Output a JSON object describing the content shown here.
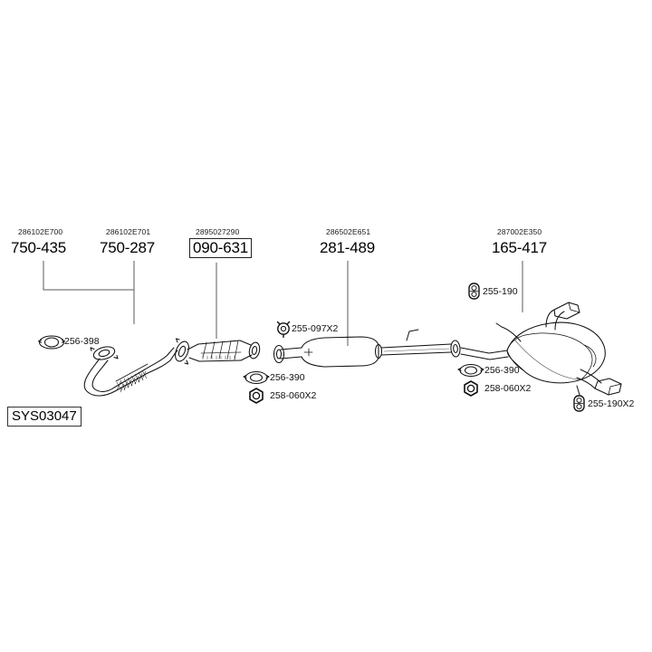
{
  "diagram": {
    "type": "exhaust-system-parts-diagram",
    "system_code": "SYS03047",
    "background": "#ffffff",
    "line_color": "#000000",
    "leader_color": "#555555"
  },
  "assemblies": [
    {
      "oem": "286102E700",
      "ref": "750-435",
      "boxed": false,
      "name": "front-pipe-a"
    },
    {
      "oem": "286102E701",
      "ref": "750-287",
      "boxed": false,
      "name": "front-pipe-b"
    },
    {
      "oem": "2895027290",
      "ref": "090-631",
      "boxed": true,
      "name": "catalytic-converter"
    },
    {
      "oem": "286502E651",
      "ref": "281-489",
      "boxed": false,
      "name": "centre-pipe-silencer"
    },
    {
      "oem": "287002E350",
      "ref": "165-417",
      "boxed": false,
      "name": "rear-silencer"
    }
  ],
  "components": [
    {
      "ref": "256-398",
      "icon": "gasket-icon",
      "name": "gasket-256-398"
    },
    {
      "ref": "255-097X2",
      "icon": "hanger-icon",
      "name": "hanger-255-097x2"
    },
    {
      "ref": "256-390",
      "icon": "gasket-icon",
      "name": "gasket-256-390-left"
    },
    {
      "ref": "258-060X2",
      "icon": "nut-icon",
      "name": "nut-258-060x2-left"
    },
    {
      "ref": "255-190",
      "icon": "mount-icon",
      "name": "mount-255-190"
    },
    {
      "ref": "256-390",
      "icon": "gasket-icon",
      "name": "gasket-256-390-right"
    },
    {
      "ref": "258-060X2",
      "icon": "nut-icon",
      "name": "nut-258-060x2-right"
    },
    {
      "ref": "255-190X2",
      "icon": "mount-icon",
      "name": "mount-255-190x2"
    }
  ]
}
